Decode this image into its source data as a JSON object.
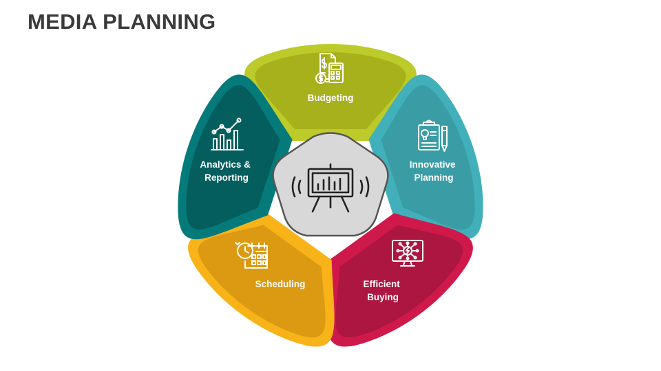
{
  "title": "MEDIA PLANNING",
  "center": {
    "icon": "presentation-board-icon"
  },
  "segments": [
    {
      "id": "budgeting",
      "label_lines": [
        "Budgeting"
      ],
      "icon": "budget-calculator-icon",
      "outer_color": "#BCCB29",
      "inner_color": "#A6B11C"
    },
    {
      "id": "innovative-planning",
      "label_lines": [
        "Innovative",
        "Planning"
      ],
      "icon": "idea-clipboard-icon",
      "outer_color": "#41B0BA",
      "inner_color": "#3A9DA5"
    },
    {
      "id": "efficient-buying",
      "label_lines": [
        "Efficient",
        "Buying"
      ],
      "icon": "monitor-network-icon",
      "outer_color": "#D0194B",
      "inner_color": "#AC1640"
    },
    {
      "id": "scheduling",
      "label_lines": [
        "Scheduling"
      ],
      "icon": "calendar-clock-icon",
      "outer_color": "#F8B319",
      "inner_color": "#DB9A12"
    },
    {
      "id": "analytics-reporting",
      "label_lines": [
        "Analytics &",
        "Reporting"
      ],
      "icon": "growth-chart-icon",
      "outer_color": "#057A7A",
      "inner_color": "#045E5E"
    }
  ],
  "center_colors": {
    "fill": "#D8D8D8",
    "border": "#555555"
  }
}
